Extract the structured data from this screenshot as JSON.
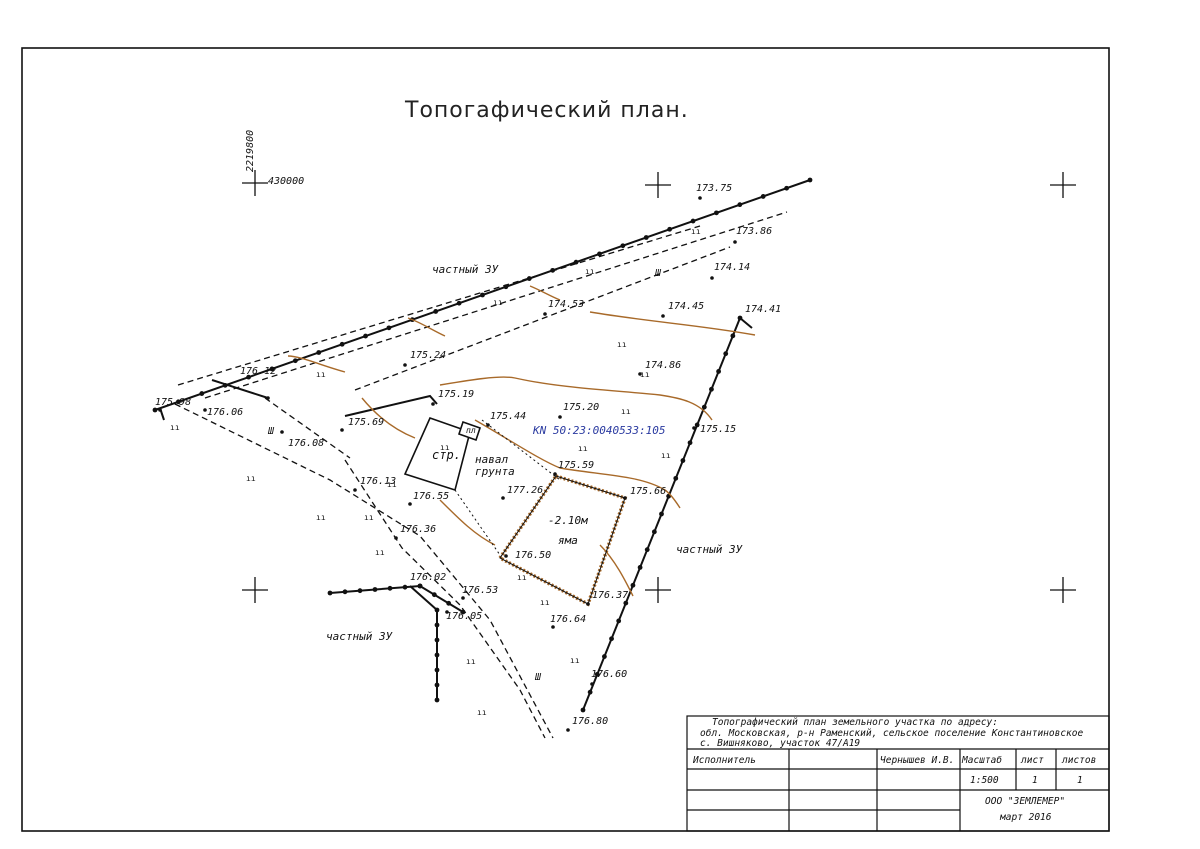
{
  "title": "Топогафический план.",
  "grid": {
    "x_label": "2219800",
    "y_label": "430000"
  },
  "cadastral_number": "КN 50:23:0040533:105",
  "labels": {
    "neighbor_1": "частный ЗУ",
    "neighbor_2": "частный ЗУ",
    "neighbor_3": "частный ЗУ",
    "building": "стр.",
    "canopy": "пл",
    "soil_1": "навал",
    "soil_2": "грунта",
    "pit_depth": "-2.10м",
    "pit": "яма",
    "grass_marks": "Ш"
  },
  "elevations": [
    "173.75",
    "173.86",
    "174.14",
    "174.45",
    "174.41",
    "174.53",
    "174.86",
    "175.24",
    "175.19",
    "175.20",
    "175.15",
    "175.44",
    "175.69",
    "175.59",
    "175.66",
    "176.12",
    "175.98",
    "176.06",
    "176.08",
    "176.13",
    "176.55",
    "177.26",
    "176.36",
    "176.50",
    "176.02",
    "176.53",
    "176.37",
    "176.05",
    "176.64",
    "176.60",
    "176.80"
  ],
  "stamp": {
    "description_1": "Топографический план земельного участка по адресу:",
    "description_2": "обл. Московская, р-н Раменский, сельское поселение Константиновское",
    "description_3": "с. Вишняково, участок 47/А19",
    "executor_label": "Исполнитель",
    "executor_name": "Чернышев И.В.",
    "scale_label": "Масштаб",
    "sheet_label": "лист",
    "sheets_label": "листов",
    "scale": "1:500",
    "sheet": "1",
    "sheets": "1",
    "company": "ООО \"ЗЕМЛЕМЕР\"",
    "date": "март 2016"
  }
}
